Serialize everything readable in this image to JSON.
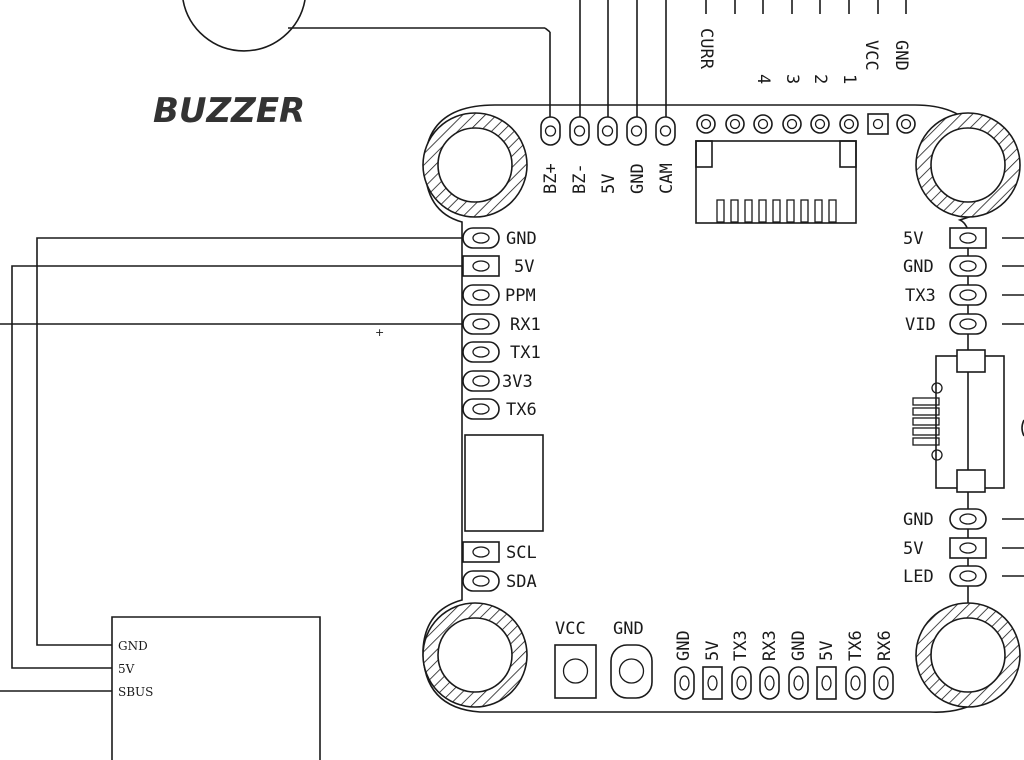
{
  "buzzer": {
    "label": "BUZZER"
  },
  "top_connector": {
    "pads": [
      "BZ+",
      "BZ-",
      "5V",
      "GND",
      "CAM"
    ],
    "header_labels": [
      "CURR",
      "4",
      "3",
      "2",
      "1",
      "VCC",
      "GND"
    ]
  },
  "left_pads": [
    "GND",
    "5V",
    "PPM",
    "RX1",
    "TX1",
    "3V3",
    "TX6"
  ],
  "i2c_pads": [
    "SCL",
    "SDA"
  ],
  "right_pads_top": [
    "5V",
    "GND",
    "TX3",
    "VID"
  ],
  "right_pads_bottom": [
    "GND",
    "5V",
    "LED"
  ],
  "power_pads": [
    "VCC",
    "GND"
  ],
  "bottom_pads": [
    "GND",
    "5V",
    "TX3",
    "RX3",
    "GND",
    "5V",
    "TX6",
    "RX6"
  ],
  "receiver": {
    "pins": [
      "GND",
      "5V",
      "SBUS"
    ]
  }
}
